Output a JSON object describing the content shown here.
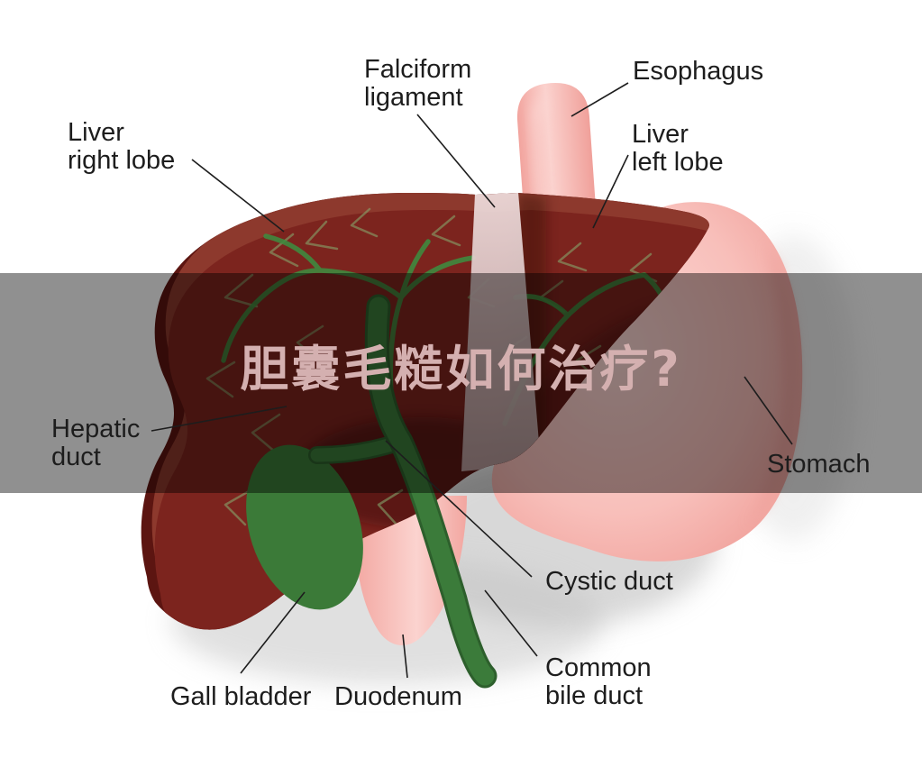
{
  "banner": {
    "text": "胆囊毛糙如何治疗?",
    "text_color": "#d4b0b0",
    "overlay_color": "rgba(0,0,0,0.435)"
  },
  "labels": {
    "liver_right_lobe": {
      "line1": "Liver",
      "line2": "right lobe"
    },
    "falciform_ligament": {
      "line1": "Falciform",
      "line2": "ligament"
    },
    "esophagus": {
      "line1": "Esophagus"
    },
    "liver_left_lobe": {
      "line1": "Liver",
      "line2": "left lobe"
    },
    "hepatic_duct": {
      "line1": "Hepatic",
      "line2": "duct"
    },
    "stomach": {
      "line1": "Stomach"
    },
    "cystic_duct": {
      "line1": "Cystic duct"
    },
    "common_bile_duct": {
      "line1": "Common",
      "line2": "bile duct"
    },
    "gall_bladder": {
      "line1": "Gall bladder"
    },
    "duodenum": {
      "line1": "Duodenum"
    }
  },
  "colors": {
    "background": "#ffffff",
    "label_text": "#1d1d1d",
    "leader_line": "#1d1d1d",
    "liver_rim": "#5c1511",
    "liver_face": "#7c241e",
    "liver_highlight": "#8d392d",
    "vessel_green": "#3f8a3e",
    "vessel_light": "#86b173",
    "duct_green": "#3b7b3a",
    "gallbladder_green": "#3b7a38",
    "organ_pink": "#f5aca6",
    "organ_pink_light": "#fcd9d6",
    "ligament": "#dcc6c6"
  }
}
